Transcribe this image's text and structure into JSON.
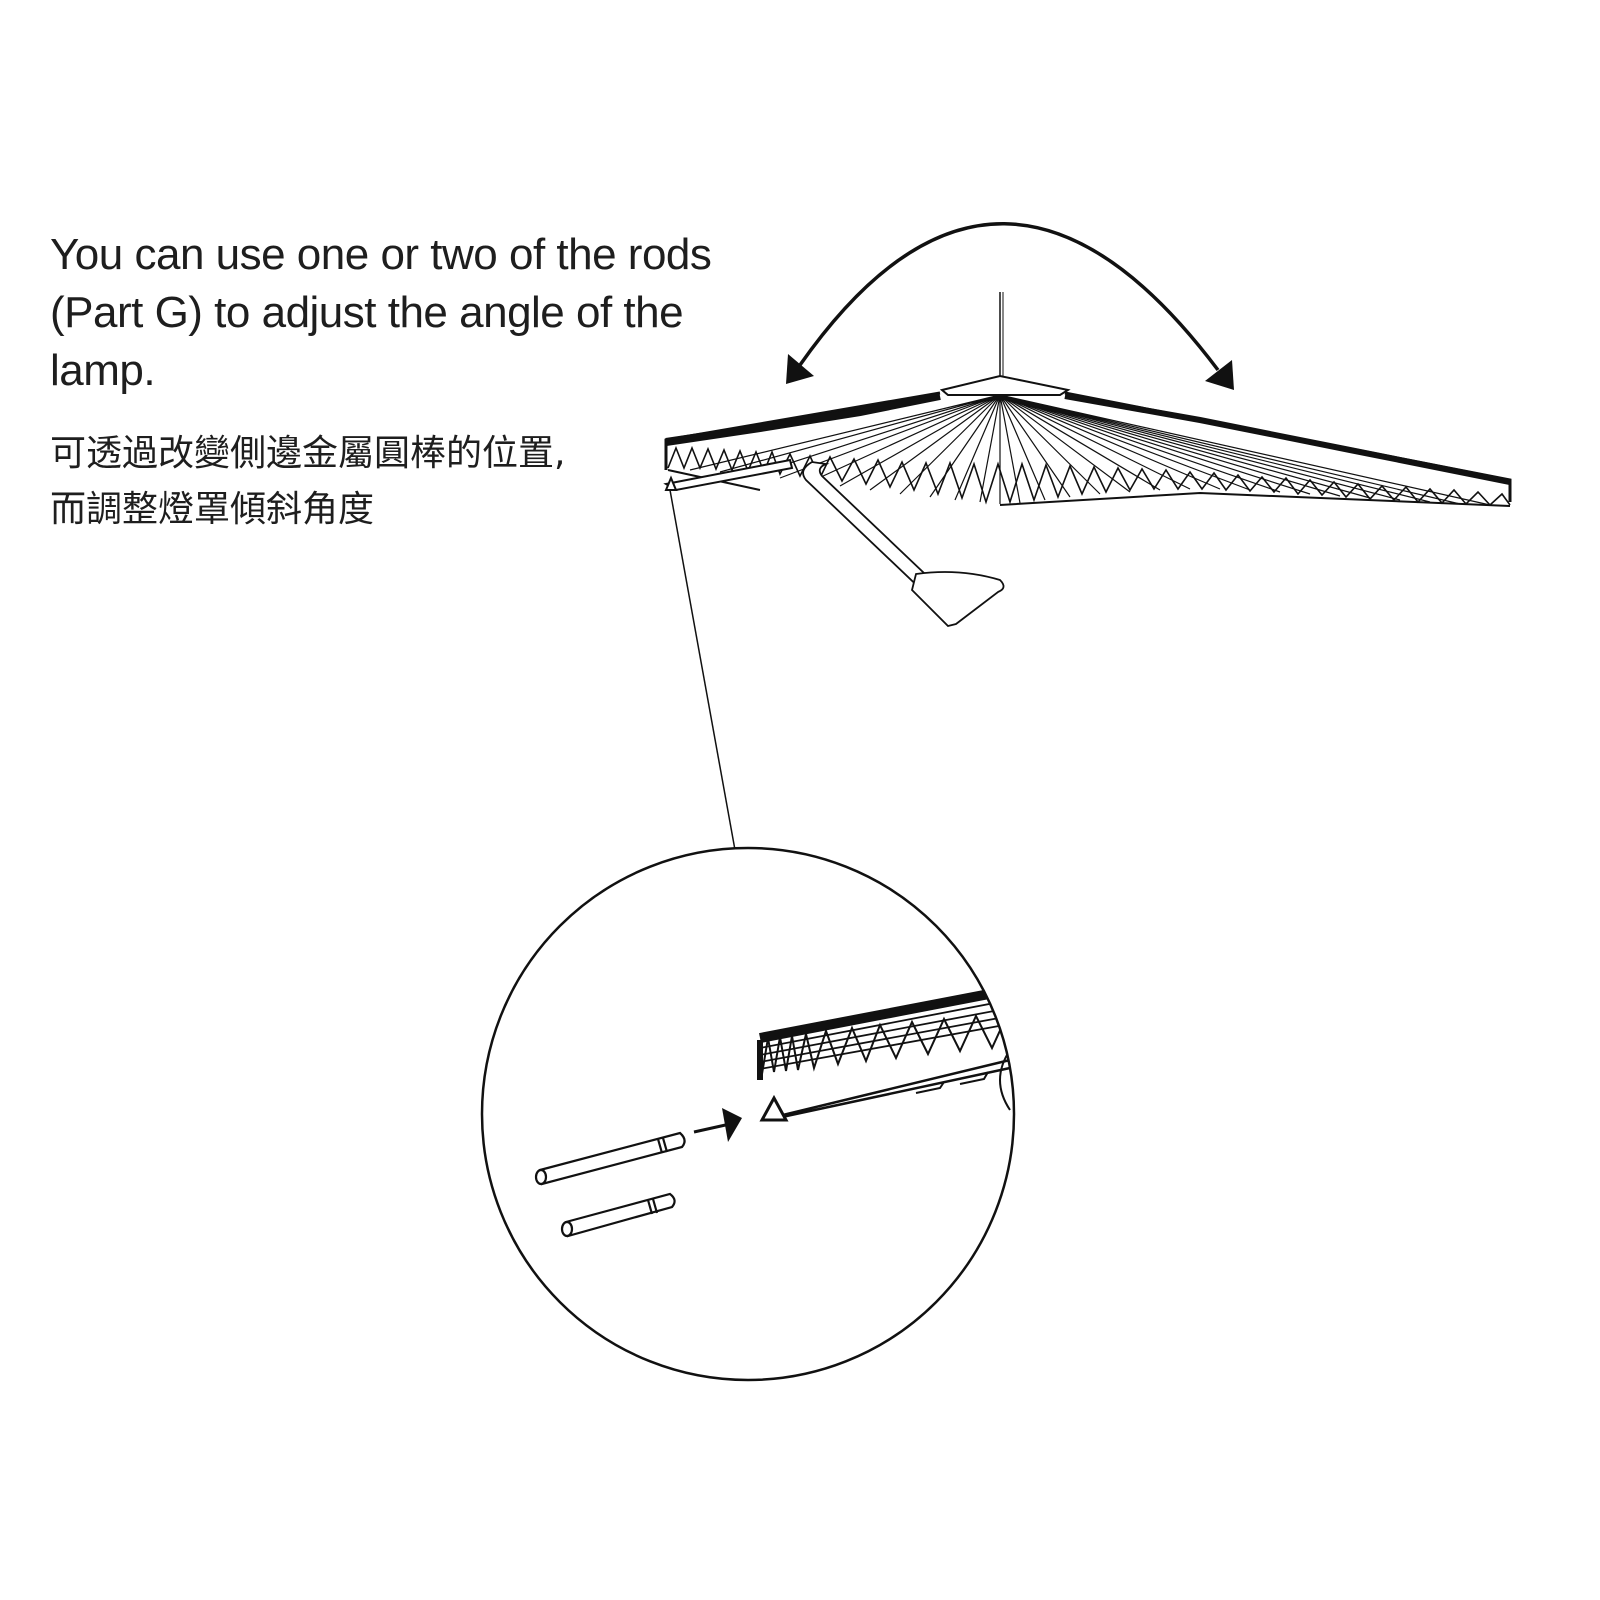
{
  "instructions": {
    "english": "You can use one or two of the rods (Part G) to adjust the angle of the lamp.",
    "chinese_lines": [
      "可透過改變側邊金屬圓棒的位置,",
      "而調整燈罩傾斜角度"
    ]
  },
  "illustration": {
    "main": "pendant-lamp-pleated-shade-tilt",
    "rotation_arrow": "double-headed-curved-arrow",
    "detail_callout": "circle-magnified-view",
    "detail_items": [
      "rod-part-g-1",
      "rod-part-g-2",
      "insert-arrow",
      "triangular-rod-channel"
    ]
  },
  "colors": {
    "line": "#111111",
    "background": "#ffffff"
  }
}
